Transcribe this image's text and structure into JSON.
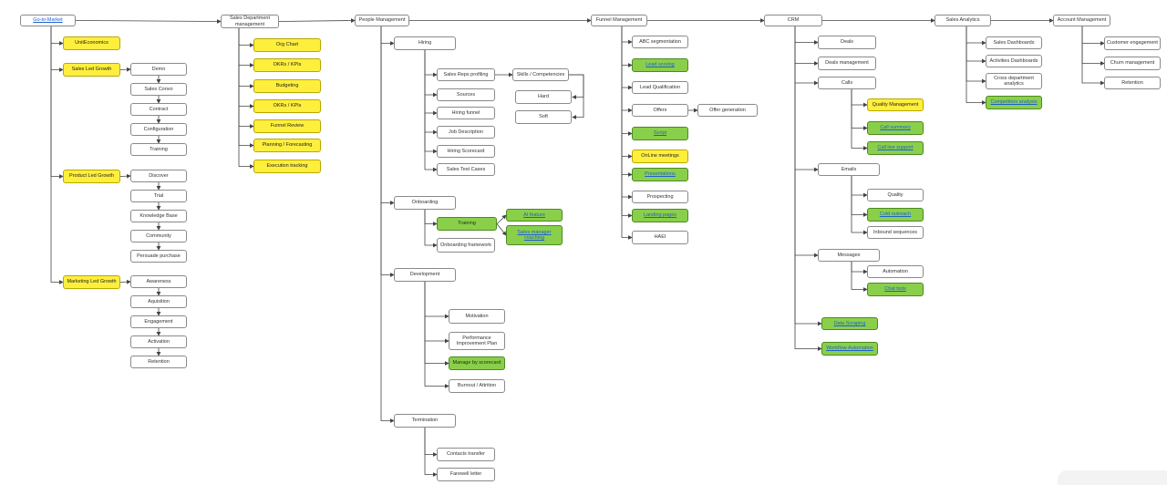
{
  "nodes": [
    {
      "id": "gtm",
      "label": "Go-to-Market",
      "style": "link"
    },
    {
      "id": "unit",
      "label": "UnitEconomics",
      "style": "yellow"
    },
    {
      "id": "slg",
      "label": "Sales Led Growth",
      "style": "yellow"
    },
    {
      "id": "demo",
      "label": "Demo",
      "style": "white"
    },
    {
      "id": "convo",
      "label": "Sales Convo",
      "style": "white"
    },
    {
      "id": "contract",
      "label": "Contract",
      "style": "white"
    },
    {
      "id": "config",
      "label": "Configuration",
      "style": "white"
    },
    {
      "id": "training1",
      "label": "Training",
      "style": "white"
    },
    {
      "id": "plg",
      "label": "Product Led Growth",
      "style": "yellow"
    },
    {
      "id": "discover",
      "label": "Discover",
      "style": "white"
    },
    {
      "id": "trial",
      "label": "Trial",
      "style": "white"
    },
    {
      "id": "kb",
      "label": "Knowledge Base",
      "style": "white"
    },
    {
      "id": "community",
      "label": "Community",
      "style": "white"
    },
    {
      "id": "persuade",
      "label": "Persuade purchase",
      "style": "white"
    },
    {
      "id": "mlg",
      "label": "Marketing Led Growth",
      "style": "yellow"
    },
    {
      "id": "awareness",
      "label": "Awareness",
      "style": "white"
    },
    {
      "id": "aquisition",
      "label": "Aquisition",
      "style": "white"
    },
    {
      "id": "engagement",
      "label": "Engagement",
      "style": "white"
    },
    {
      "id": "activation",
      "label": "Activation",
      "style": "white"
    },
    {
      "id": "retention1",
      "label": "Retention",
      "style": "white"
    },
    {
      "id": "sdm",
      "label": "Sales Department management",
      "style": "white"
    },
    {
      "id": "org",
      "label": "Org Chart",
      "style": "yellow"
    },
    {
      "id": "okr1",
      "label": "OKRs / KPIs",
      "style": "yellow"
    },
    {
      "id": "budget",
      "label": "Budgeting",
      "style": "yellow"
    },
    {
      "id": "okr2",
      "label": "OKRs / KPIs",
      "style": "yellow"
    },
    {
      "id": "funnelrev",
      "label": "Funnel Review",
      "style": "yellow"
    },
    {
      "id": "planning",
      "label": "Planning / Forecasting",
      "style": "yellow"
    },
    {
      "id": "exec",
      "label": "Execution tracking",
      "style": "yellow"
    },
    {
      "id": "pm",
      "label": "People Management",
      "style": "white"
    },
    {
      "id": "hiring",
      "label": "Hiring",
      "style": "white"
    },
    {
      "id": "reps",
      "label": "Sales Reps profiling",
      "style": "white"
    },
    {
      "id": "skills",
      "label": "Skills / Competencies",
      "style": "white"
    },
    {
      "id": "hard",
      "label": "Hard",
      "style": "white"
    },
    {
      "id": "soft",
      "label": "Soft",
      "style": "white"
    },
    {
      "id": "sources",
      "label": "Sources",
      "style": "white"
    },
    {
      "id": "hfunnel",
      "label": "Hiring funnel",
      "style": "white"
    },
    {
      "id": "jd",
      "label": "Job Description",
      "style": "white"
    },
    {
      "id": "scorecard",
      "label": "Hiring Scorecard",
      "style": "white"
    },
    {
      "id": "testcases",
      "label": "Sales Test Cases",
      "style": "white"
    },
    {
      "id": "onboarding",
      "label": "Onboarding",
      "style": "white"
    },
    {
      "id": "training2",
      "label": "Training",
      "style": "green-plain"
    },
    {
      "id": "aifeature",
      "label": "AI feature",
      "style": "green"
    },
    {
      "id": "coaching",
      "label": "Sales manager coaching",
      "style": "green"
    },
    {
      "id": "obframe",
      "label": "Onboarding framework",
      "style": "white"
    },
    {
      "id": "development",
      "label": "Development",
      "style": "white"
    },
    {
      "id": "motivation",
      "label": "Motivation",
      "style": "white"
    },
    {
      "id": "pip",
      "label": "Performance Improvement Plan",
      "style": "white"
    },
    {
      "id": "manage",
      "label": "Manage by scorecard",
      "style": "green-plain"
    },
    {
      "id": "burnout",
      "label": "Burnout / Attrition",
      "style": "white"
    },
    {
      "id": "termination",
      "label": "Termination",
      "style": "white"
    },
    {
      "id": "contacts",
      "label": "Contacts transfer",
      "style": "white"
    },
    {
      "id": "farewell",
      "label": "Farewell letter",
      "style": "white"
    },
    {
      "id": "fm",
      "label": "Funnel Management",
      "style": "white"
    },
    {
      "id": "abc",
      "label": "ABC segmentation",
      "style": "white"
    },
    {
      "id": "leadscoring",
      "label": "Lead scoring",
      "style": "green"
    },
    {
      "id": "leadqual",
      "label": "Lead Qualification",
      "style": "white"
    },
    {
      "id": "offers",
      "label": "Offers",
      "style": "white"
    },
    {
      "id": "offergen",
      "label": "Offer generation",
      "style": "white"
    },
    {
      "id": "script",
      "label": "Script",
      "style": "green"
    },
    {
      "id": "online",
      "label": "OnLine meetings",
      "style": "yellow"
    },
    {
      "id": "presentations",
      "label": "Presentations",
      "style": "green"
    },
    {
      "id": "prospecting",
      "label": "Prospecting",
      "style": "white"
    },
    {
      "id": "landing",
      "label": "Landing pages",
      "style": "green"
    },
    {
      "id": "haei",
      "label": "HAEI",
      "style": "white"
    },
    {
      "id": "crm",
      "label": "CRM",
      "style": "white"
    },
    {
      "id": "deals",
      "label": "Deals",
      "style": "white"
    },
    {
      "id": "dealsmgmt",
      "label": "Deals management",
      "style": "white"
    },
    {
      "id": "calls",
      "label": "Calls",
      "style": "white"
    },
    {
      "id": "quality1",
      "label": "Quality Management",
      "style": "yellow"
    },
    {
      "id": "callsumm",
      "label": "Call summary",
      "style": "green"
    },
    {
      "id": "callsupport",
      "label": "Call live support",
      "style": "green"
    },
    {
      "id": "emails",
      "label": "Emails",
      "style": "white"
    },
    {
      "id": "quality2",
      "label": "Quality",
      "style": "white"
    },
    {
      "id": "cold",
      "label": "Cold outreach",
      "style": "green"
    },
    {
      "id": "inbound",
      "label": "Inbound sequences",
      "style": "white"
    },
    {
      "id": "messages",
      "label": "Messages",
      "style": "white"
    },
    {
      "id": "automation",
      "label": "Automation",
      "style": "white"
    },
    {
      "id": "chatbots",
      "label": "Chat bots",
      "style": "green"
    },
    {
      "id": "datascraping",
      "label": "Data Scraping",
      "style": "green"
    },
    {
      "id": "workflow",
      "label": "Workflow Automation",
      "style": "green"
    },
    {
      "id": "sa",
      "label": "Sales Analytics",
      "style": "white"
    },
    {
      "id": "salesdash",
      "label": "Sales Dashboards",
      "style": "white"
    },
    {
      "id": "actdash",
      "label": "Activities Dashboards",
      "style": "white"
    },
    {
      "id": "crossdept",
      "label": "Cross department analytics",
      "style": "white"
    },
    {
      "id": "compete",
      "label": "Competitors analysis",
      "style": "green"
    },
    {
      "id": "am",
      "label": "Account Management",
      "style": "white"
    },
    {
      "id": "custeng",
      "label": "Customer engagement",
      "style": "white"
    },
    {
      "id": "churn",
      "label": "Churn management",
      "style": "white"
    },
    {
      "id": "retention2",
      "label": "Retention",
      "style": "white"
    }
  ],
  "colors": {
    "yellow": "#ffef3d",
    "green": "#8acf4a",
    "border": "#8a8a8a",
    "line": "#444444",
    "link": "#1f5fd0"
  }
}
